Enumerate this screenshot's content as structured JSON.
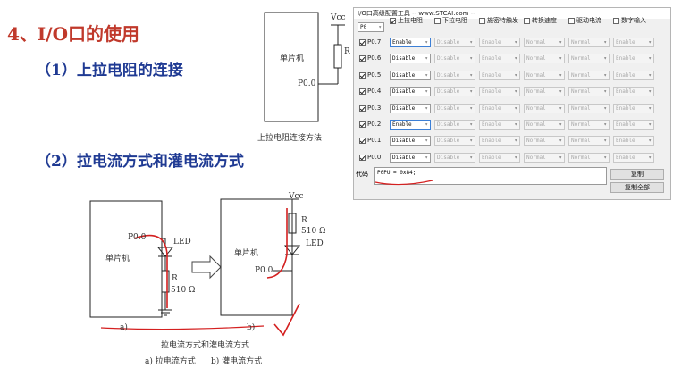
{
  "slide": {
    "heading": "4、I/O口的使用",
    "sub1": "（1）上拉电阻的连接",
    "sub2": "（2）拉电流方式和灌电流方式"
  },
  "circuit_top": {
    "vcc": "Vcc",
    "r": "R",
    "mcu": "单片机",
    "pin": "P0.0",
    "caption": "上拉电阻连接方法"
  },
  "circuit_bottom": {
    "a_pin": "P0.0",
    "a_led": "LED",
    "a_mcu": "单片机",
    "a_r": "R",
    "a_r_val": "510 Ω",
    "a_label": "a)",
    "b_vcc": "Vcc",
    "b_r": "R",
    "b_r_val": "510 Ω",
    "b_led": "LED",
    "b_mcu": "单片机",
    "b_pin": "P0.0",
    "b_label": "b)",
    "caption": "拉电流方式和灌电流方式",
    "caption2a": "a) 拉电流方式",
    "caption2b": "b) 灌电流方式"
  },
  "dialog": {
    "title": "I/O口高级配置工具 -- www.STCAI.com --",
    "port": "P0",
    "headers": [
      "上拉电阻",
      "下拉电阻",
      "施密特触发",
      "转换速度",
      "驱动电流",
      "数字输入"
    ],
    "header_checked": [
      true,
      false,
      false,
      false,
      false,
      false
    ],
    "rows": [
      {
        "pin": "P0.7",
        "vals": [
          "Enable",
          "Disable",
          "Enable",
          "Normal",
          "Normal",
          "Enable"
        ]
      },
      {
        "pin": "P0.6",
        "vals": [
          "Disable",
          "Disable",
          "Enable",
          "Normal",
          "Normal",
          "Enable"
        ]
      },
      {
        "pin": "P0.5",
        "vals": [
          "Disable",
          "Disable",
          "Enable",
          "Normal",
          "Normal",
          "Enable"
        ]
      },
      {
        "pin": "P0.4",
        "vals": [
          "Disable",
          "Disable",
          "Enable",
          "Normal",
          "Normal",
          "Enable"
        ]
      },
      {
        "pin": "P0.3",
        "vals": [
          "Disable",
          "Disable",
          "Enable",
          "Normal",
          "Normal",
          "Enable"
        ]
      },
      {
        "pin": "P0.2",
        "vals": [
          "Enable",
          "Disable",
          "Enable",
          "Normal",
          "Normal",
          "Enable"
        ]
      },
      {
        "pin": "P0.1",
        "vals": [
          "Disable",
          "Disable",
          "Enable",
          "Normal",
          "Normal",
          "Enable"
        ]
      },
      {
        "pin": "P0.0",
        "vals": [
          "Disable",
          "Disable",
          "Enable",
          "Normal",
          "Normal",
          "Enable"
        ]
      }
    ],
    "code_label": "代码",
    "code": "P0PU = 0x84;",
    "copy_btn": "复制",
    "copy_all_btn": "复制全部"
  }
}
